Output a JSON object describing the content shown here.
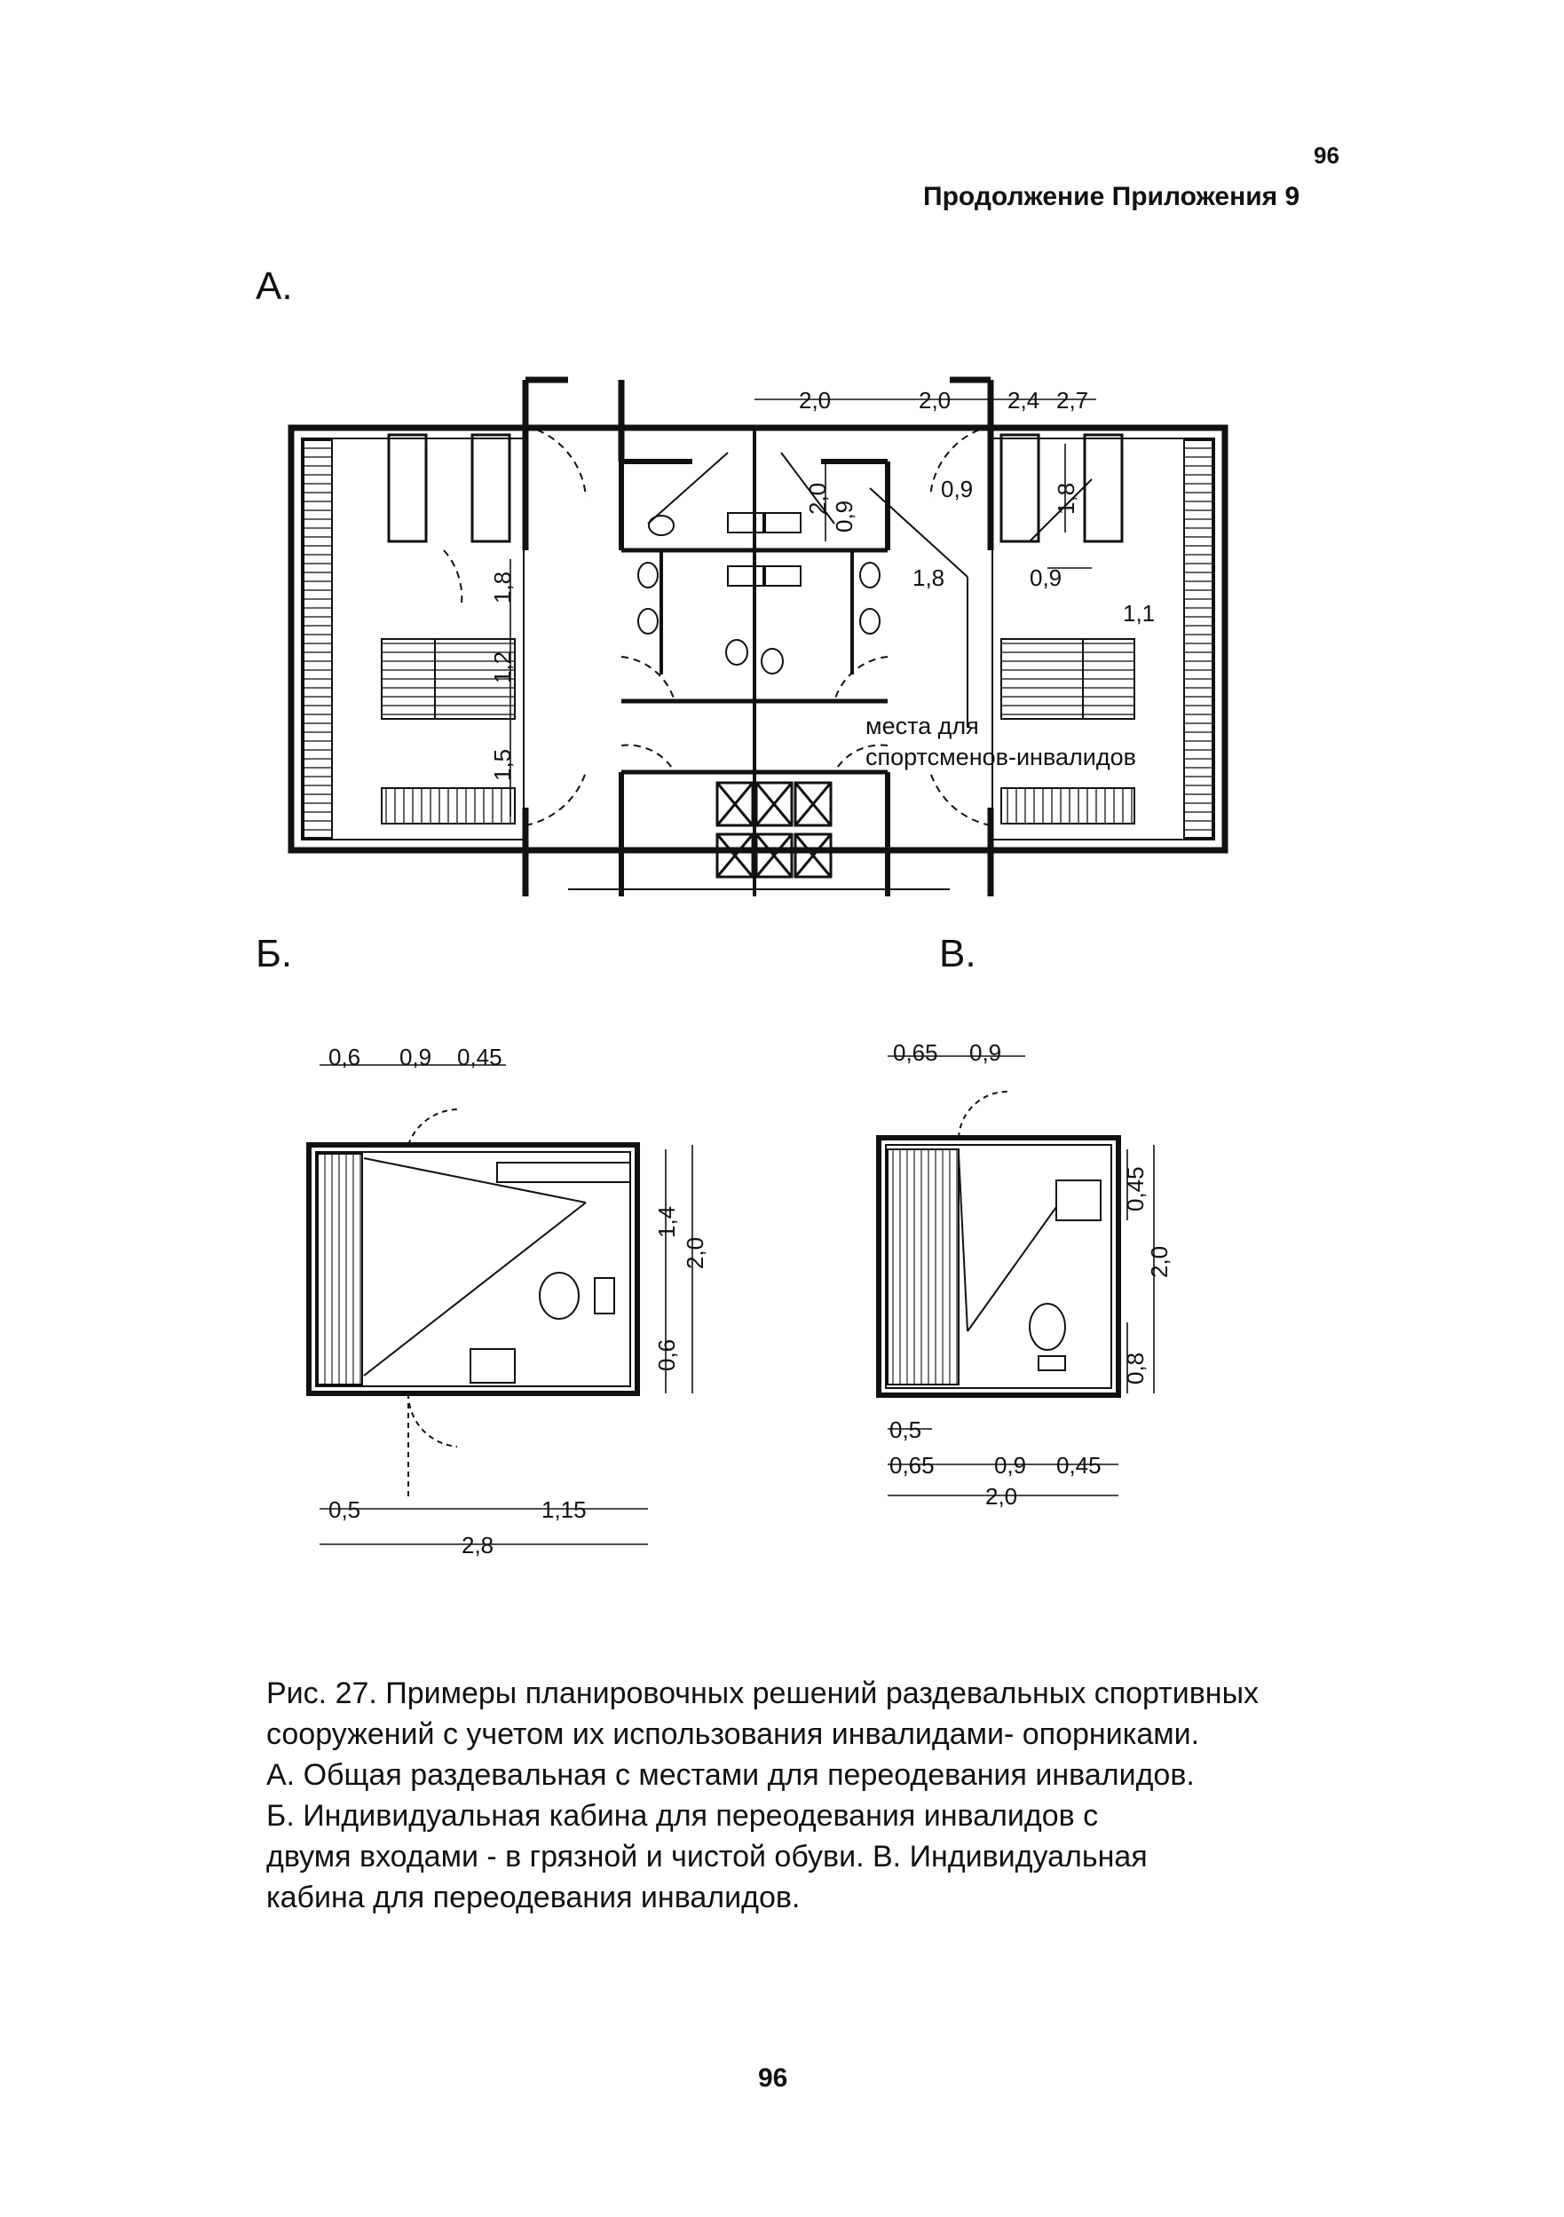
{
  "header": {
    "page_number": "96",
    "continuation": "Продолжение Приложения 9"
  },
  "plans": {
    "a": {
      "label": "А.",
      "annotation_line1": "места для",
      "annotation_line2": "спортсменов-инвалидов",
      "dims": {
        "top_2_0_left": "2,0",
        "top_2_0_right": "2,0",
        "top_2_4": "2,4",
        "top_2_7": "2,7",
        "v_1_8_left": "1,8",
        "v_1_2": "1,2",
        "v_1_5": "1,5",
        "v_2_0": "2,0",
        "v_0_9": "0,9",
        "d_0_9_a": "0,9",
        "d_1_8_right": "1,8",
        "d_0_9_b": "0,9",
        "d_1_8_mid": "1,8",
        "d_1_1": "1,1"
      }
    },
    "b": {
      "label": "Б.",
      "dims": {
        "top_0_6": "0,6",
        "top_0_9": "0,9",
        "top_0_45": "0,45",
        "v_1_4": "1,4",
        "v_2_0": "2,0",
        "v_0_6": "0,6",
        "bot_0_5": "0,5",
        "bot_1_15": "1,15",
        "bot_2_8": "2,8"
      }
    },
    "c": {
      "label": "В.",
      "dims": {
        "top_0_65": "0,65",
        "top_0_9": "0,9",
        "v_0_45": "0,45",
        "v_2_0": "2,0",
        "v_0_8": "0,8",
        "bot_0_5": "0,5",
        "bot_0_65": "0,65",
        "bot_0_9": "0,9",
        "bot_0_45": "0,45",
        "bot_2_0": "2,0"
      }
    }
  },
  "caption": {
    "line1": "Рис. 27.  Примеры планировочных решений раздевальных спортивных",
    "line2": "сооружений  с учетом их использования инвалидами- опорниками.",
    "line3": "А. Общая раздевальная с местами для переодевания инвалидов.",
    "line4": "Б. Индивидуальная кабина  для переодевания инвалидов с",
    "line5": "двумя входами - в грязной и чистой обуви.  В. Индивидуальная",
    "line6": "кабина  для переодевания инвалидов."
  },
  "footer": {
    "page_number": "96"
  }
}
